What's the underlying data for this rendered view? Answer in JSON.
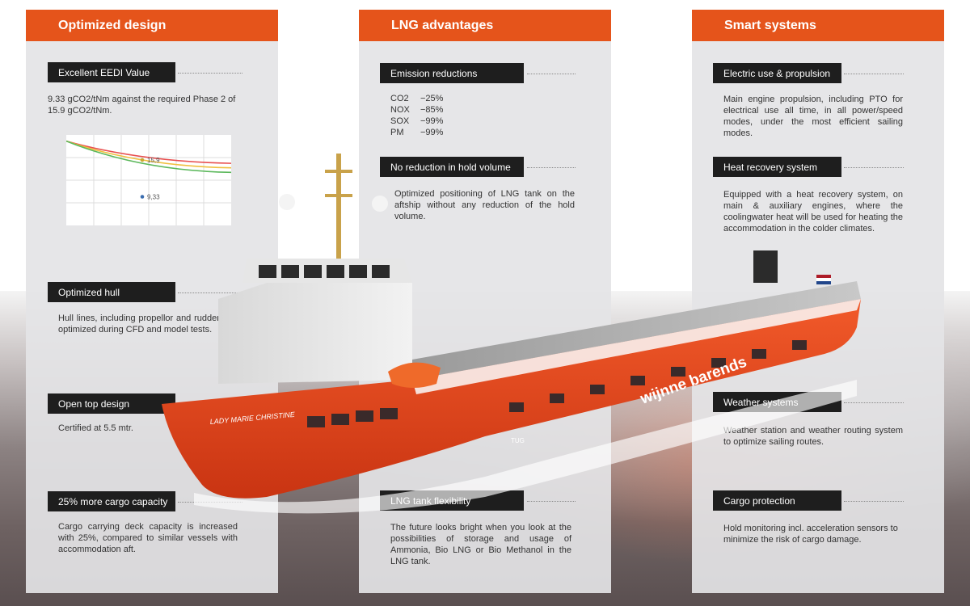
{
  "columns": [
    {
      "title": "Optimized design",
      "sections": [
        {
          "label": "Excellent EEDI Value",
          "text": "9.33 gCO2/tNm against the required Phase 2 of 15.9 gCO2/tNm."
        },
        {
          "label": "Optimized hull",
          "text": "Hull lines, including propellor and rudder, are optimized during CFD and model tests."
        },
        {
          "label": "Open top design",
          "text": "Certified at 5.5 mtr."
        },
        {
          "label": "25% more cargo capacity",
          "text": "Cargo carrying deck capacity is increased with 25%, compared to similar vessels with accommodation aft."
        }
      ]
    },
    {
      "title": "LNG advantages",
      "sections": [
        {
          "label": "Emission reductions",
          "emissions": [
            {
              "name": "CO2",
              "value": "−25%"
            },
            {
              "name": "NOX",
              "value": "−85%"
            },
            {
              "name": "SOX",
              "value": "−99%"
            },
            {
              "name": "PM",
              "value": "−99%"
            }
          ]
        },
        {
          "label": "No reduction in hold volume",
          "text": "Optimized positioning of LNG tank on the aftship without any reduction of the hold volume."
        },
        {
          "label": "LNG tank flexibility",
          "text": "The future looks bright when you look at the possibilities of storage and usage of Ammonia, Bio LNG or Bio Methanol in the LNG tank."
        }
      ]
    },
    {
      "title": "Smart systems",
      "sections": [
        {
          "label": "Electric use & propulsion",
          "text": "Main engine propulsion, including PTO for electrical use all time, in all power/speed modes, under the most efficient sailing modes."
        },
        {
          "label": "Heat recovery system",
          "text": "Equipped with a heat recovery system, on main & auxiliary engines, where the coolingwater heat will be used for heating the accommodation in the colder climates."
        },
        {
          "label": "Weather systems",
          "text": "Weather station and weather routing system to optimize sailing routes."
        },
        {
          "label": "Cargo protection",
          "text": "Hold monitoring incl. acceleration sensors to minimize the risk of cargo damage."
        }
      ]
    }
  ],
  "chart_data": {
    "type": "line",
    "title": "",
    "xlabel": "",
    "ylabel": "",
    "annotations": [
      {
        "label": "15,9",
        "value": 15.9
      },
      {
        "label": "9,33",
        "value": 9.33
      }
    ],
    "series_colors": [
      "#e85050",
      "#f0c040",
      "#5cb85c"
    ]
  },
  "ship": {
    "name": "LADY MARIE CHRISTINE",
    "brand": "wijnne barends",
    "marking": "TUG"
  },
  "colors": {
    "accent": "#e5541b",
    "label_bg": "#1e1e1e",
    "hull": "#e8431a"
  }
}
